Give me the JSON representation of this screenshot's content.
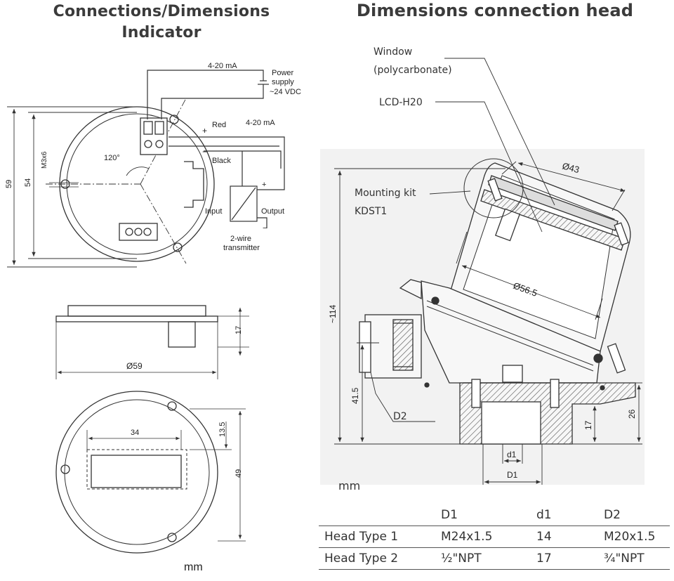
{
  "titles": {
    "left_line1": "Connections/Dimensions",
    "left_line2": "Indicator",
    "right": "Dimensions connection head"
  },
  "indicator_diagram": {
    "wiring": {
      "current_top": "4-20 mA",
      "power_line1": "Power",
      "power_line2": "supply",
      "power_line3": "~24 VDC",
      "plus": "+",
      "minus": "−",
      "red": "Red",
      "black": "Black",
      "current_mid": "4-20 mA",
      "input": "Input",
      "output": "Output",
      "transmitter_line1": "2-wire",
      "transmitter_line2": "transmitter",
      "tx_plus": "+",
      "tx_minus": "−"
    },
    "dims": {
      "angle": "120°",
      "thread": "M3x6",
      "dia_outer": "59",
      "dia_inner": "54",
      "height": "17",
      "dia_side": "Ø59",
      "window_width": "34",
      "window_offset": "13.5",
      "window_height": "49",
      "unit": "mm"
    }
  },
  "head_diagram": {
    "labels": {
      "window_line1": "Window",
      "window_line2": "(polycarbonate)",
      "lcd": "LCD-H20",
      "mount_line1": "Mounting kit",
      "mount_line2": "KDST1",
      "dia_top": "Ø43",
      "dia_mid": "Ø56.5",
      "height_total": "~114",
      "height_lower": "41.5",
      "d2": "D2",
      "d1_small": "d1",
      "d1_big": "D1",
      "h17": "17",
      "h26": "26",
      "unit": "mm"
    }
  },
  "table": {
    "headers": [
      "",
      "D1",
      "d1",
      "D2"
    ],
    "rows": [
      [
        "Head Type 1",
        "M24x1.5",
        "14",
        "M20x1.5"
      ],
      [
        "Head Type 2",
        "½\"NPT",
        "17",
        "¾\"NPT"
      ]
    ]
  }
}
